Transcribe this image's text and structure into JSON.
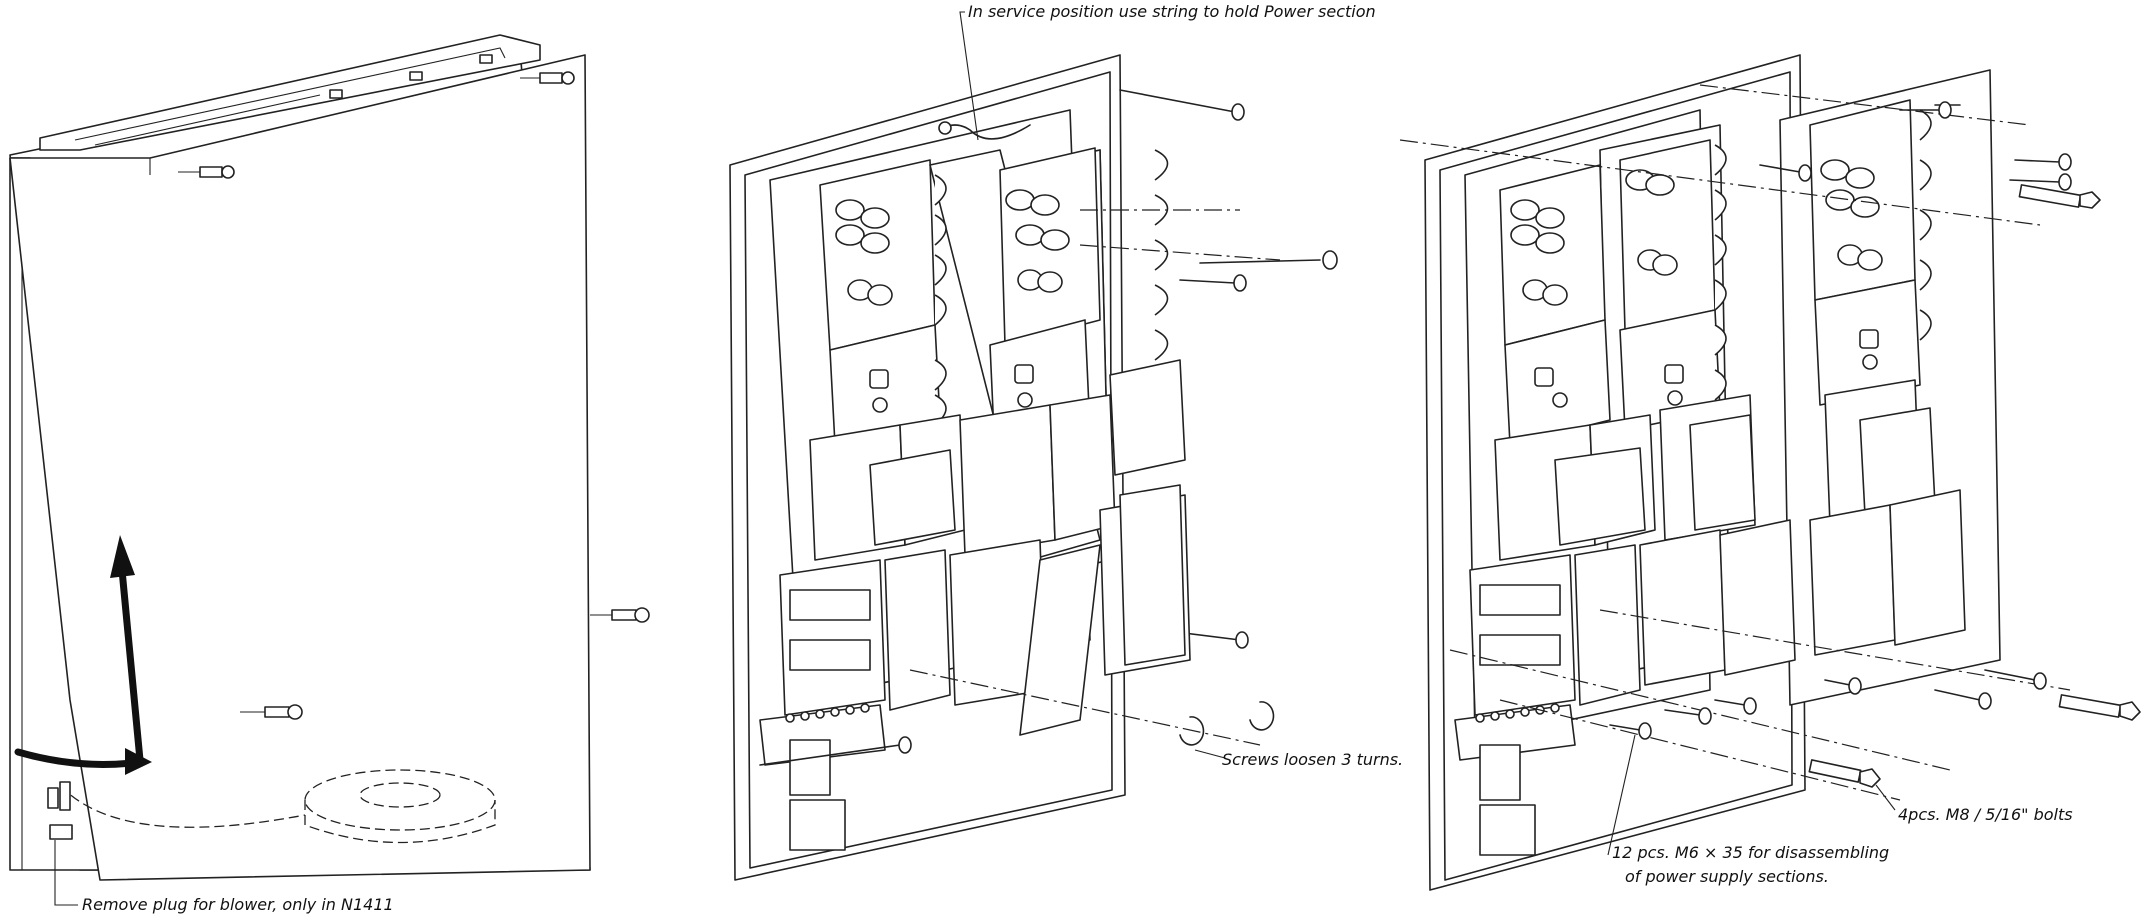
{
  "labels": {
    "string_hold": "In service position use string to hold  Power section",
    "remove_plug": "Remove plug for blower, only in N1411",
    "screws_loosen": "Screws loosen 3 turns.",
    "bolts_m8": "4pcs. M8 / 5/16\" bolts",
    "screws_m6_line1": "12 pcs.  M6 × 35 for disassembling",
    "screws_m6_line2": "of power supply sections."
  },
  "colors": {
    "line": "#222222",
    "background": "#ffffff"
  }
}
